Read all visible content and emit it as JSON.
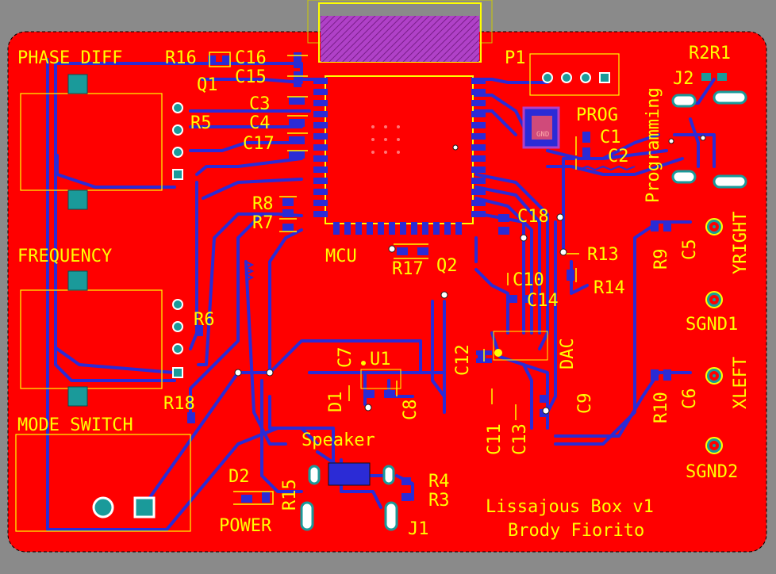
{
  "colors": {
    "background": "#8a8a8a",
    "board": "#ff0000",
    "trace": "#2b2bd6",
    "silkscreen": "#ffff00",
    "pad": "#1a9a9a",
    "connector": "#b041c8"
  },
  "labels": {
    "phase_diff": "PHASE DIFF",
    "frequency": "FREQUENCY",
    "mode_switch": "MODE SWITCH",
    "power": "POWER",
    "speaker": "Speaker",
    "mcu": "MCU",
    "dac": "DAC",
    "prog": "PROG",
    "programming": "Programming",
    "yright": "YRIGHT",
    "xleft": "XLEFT",
    "sgnd1": "SGND1",
    "sgnd2": "SGND2",
    "title_line1": "Lissajous Box v1",
    "title_line2": "Brody Fiorito",
    "gnd": "GND"
  },
  "designators": {
    "r16": "R16",
    "c16": "C16",
    "q1": "Q1",
    "c15": "C15",
    "c3": "C3",
    "c4": "C4",
    "c17": "C17",
    "r5": "R5",
    "r8": "R8",
    "r7": "R7",
    "r17": "R17",
    "q2": "Q2",
    "p1": "P1",
    "c1": "C1",
    "c2": "C2",
    "r2r1": "R2R1",
    "j2": "J2",
    "c18": "C18",
    "r13": "R13",
    "r14": "R14",
    "c10": "C10",
    "c14": "C14",
    "r9": "R9",
    "c5": "C5",
    "r6": "R6",
    "c7": "C7",
    "u1": "U1",
    "d1": "D1",
    "c8": "C8",
    "c12": "C12",
    "c9": "C9",
    "c11": "C11",
    "c13": "C13",
    "r10": "R10",
    "c6": "C6",
    "r18": "R18",
    "d2": "D2",
    "r15": "R15",
    "r4": "R4",
    "r3": "R3",
    "j1": "J1"
  }
}
